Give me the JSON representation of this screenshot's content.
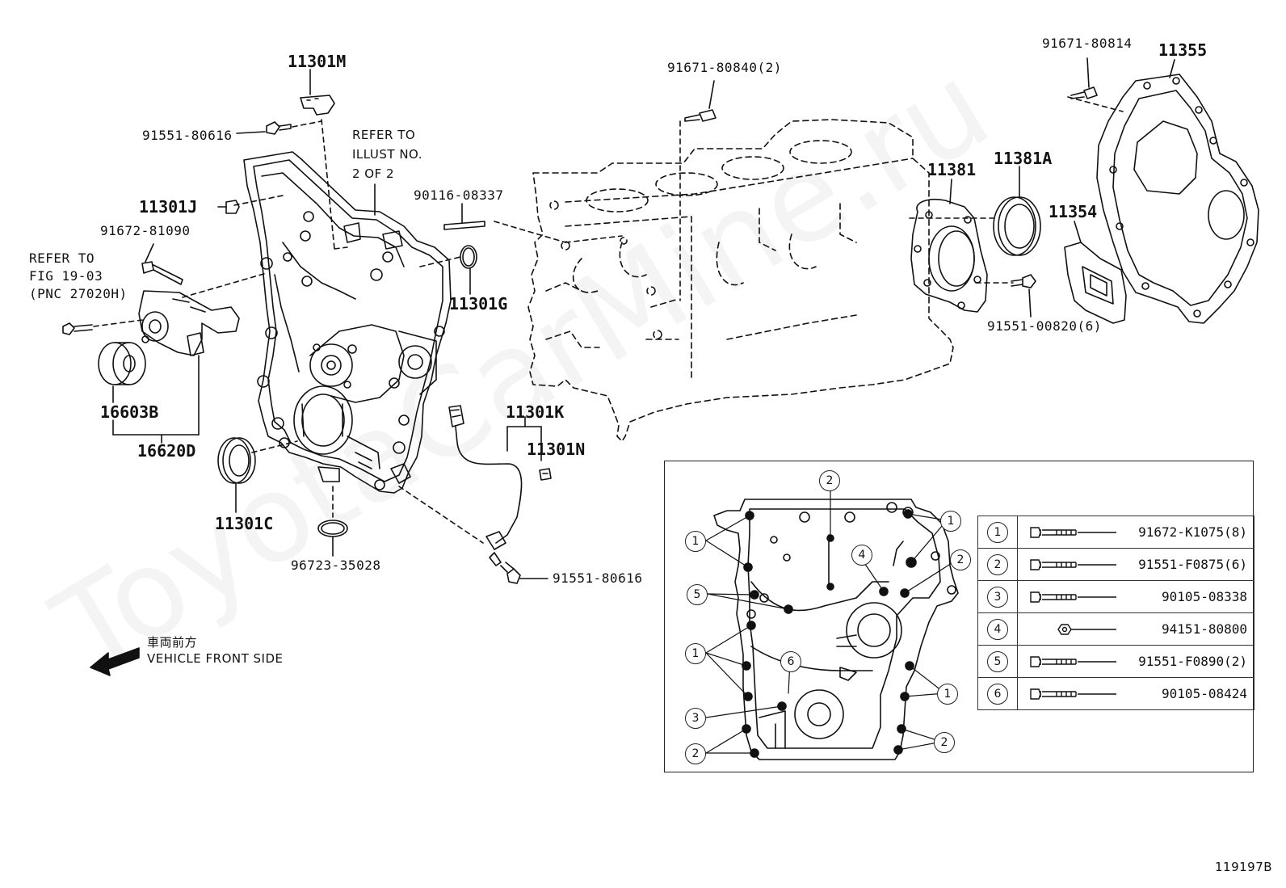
{
  "watermark": "ToyotaCarMine.ru",
  "labels": {
    "p11301M": "11301M",
    "p91551_80616_top": "91551-80616",
    "refer_illust_1": "REFER TO",
    "refer_illust_2": "ILLUST NO.",
    "refer_illust_3": "2 OF 2",
    "p11301J": "11301J",
    "p91672_81090": "91672-81090",
    "refer_fig_1": "REFER TO",
    "refer_fig_2": "FIG 19-03",
    "refer_fig_3": "(PNC 27020H)",
    "p16603B": "16603B",
    "p16620D": "16620D",
    "p11301C": "11301C",
    "p90116_08337": "90116-08337",
    "p11301G": "11301G",
    "p96723_35028": "96723-35028",
    "p11301K": "11301K",
    "p11301N": "11301N",
    "p91551_80616_bot": "91551-80616",
    "p91671_80840": "91671-80840(2)",
    "p91671_80814": "91671-80814",
    "p11355": "11355",
    "p11381": "11381",
    "p11381A": "11381A",
    "p11354": "11354",
    "p91551_00820": "91551-00820(6)",
    "front_jp": "車両前方",
    "front_en": "VEHICLE FRONT SIDE",
    "figure_id": "119197B"
  },
  "legend": [
    {
      "num": "1",
      "part": "91672-K1075(8)",
      "icon": "flange-bolt-icon"
    },
    {
      "num": "2",
      "part": "91551-F0875(6)",
      "icon": "flange-bolt-icon"
    },
    {
      "num": "3",
      "part": "90105-08338",
      "icon": "flange-bolt-icon"
    },
    {
      "num": "4",
      "part": "94151-80800",
      "icon": "nut-icon"
    },
    {
      "num": "5",
      "part": "91551-F0890(2)",
      "icon": "flange-bolt-icon"
    },
    {
      "num": "6",
      "part": "90105-08424",
      "icon": "flange-bolt-icon"
    }
  ],
  "callouts": {
    "c1": "1",
    "c2": "2",
    "c3": "3",
    "c4": "4",
    "c5": "5",
    "c6": "6"
  }
}
